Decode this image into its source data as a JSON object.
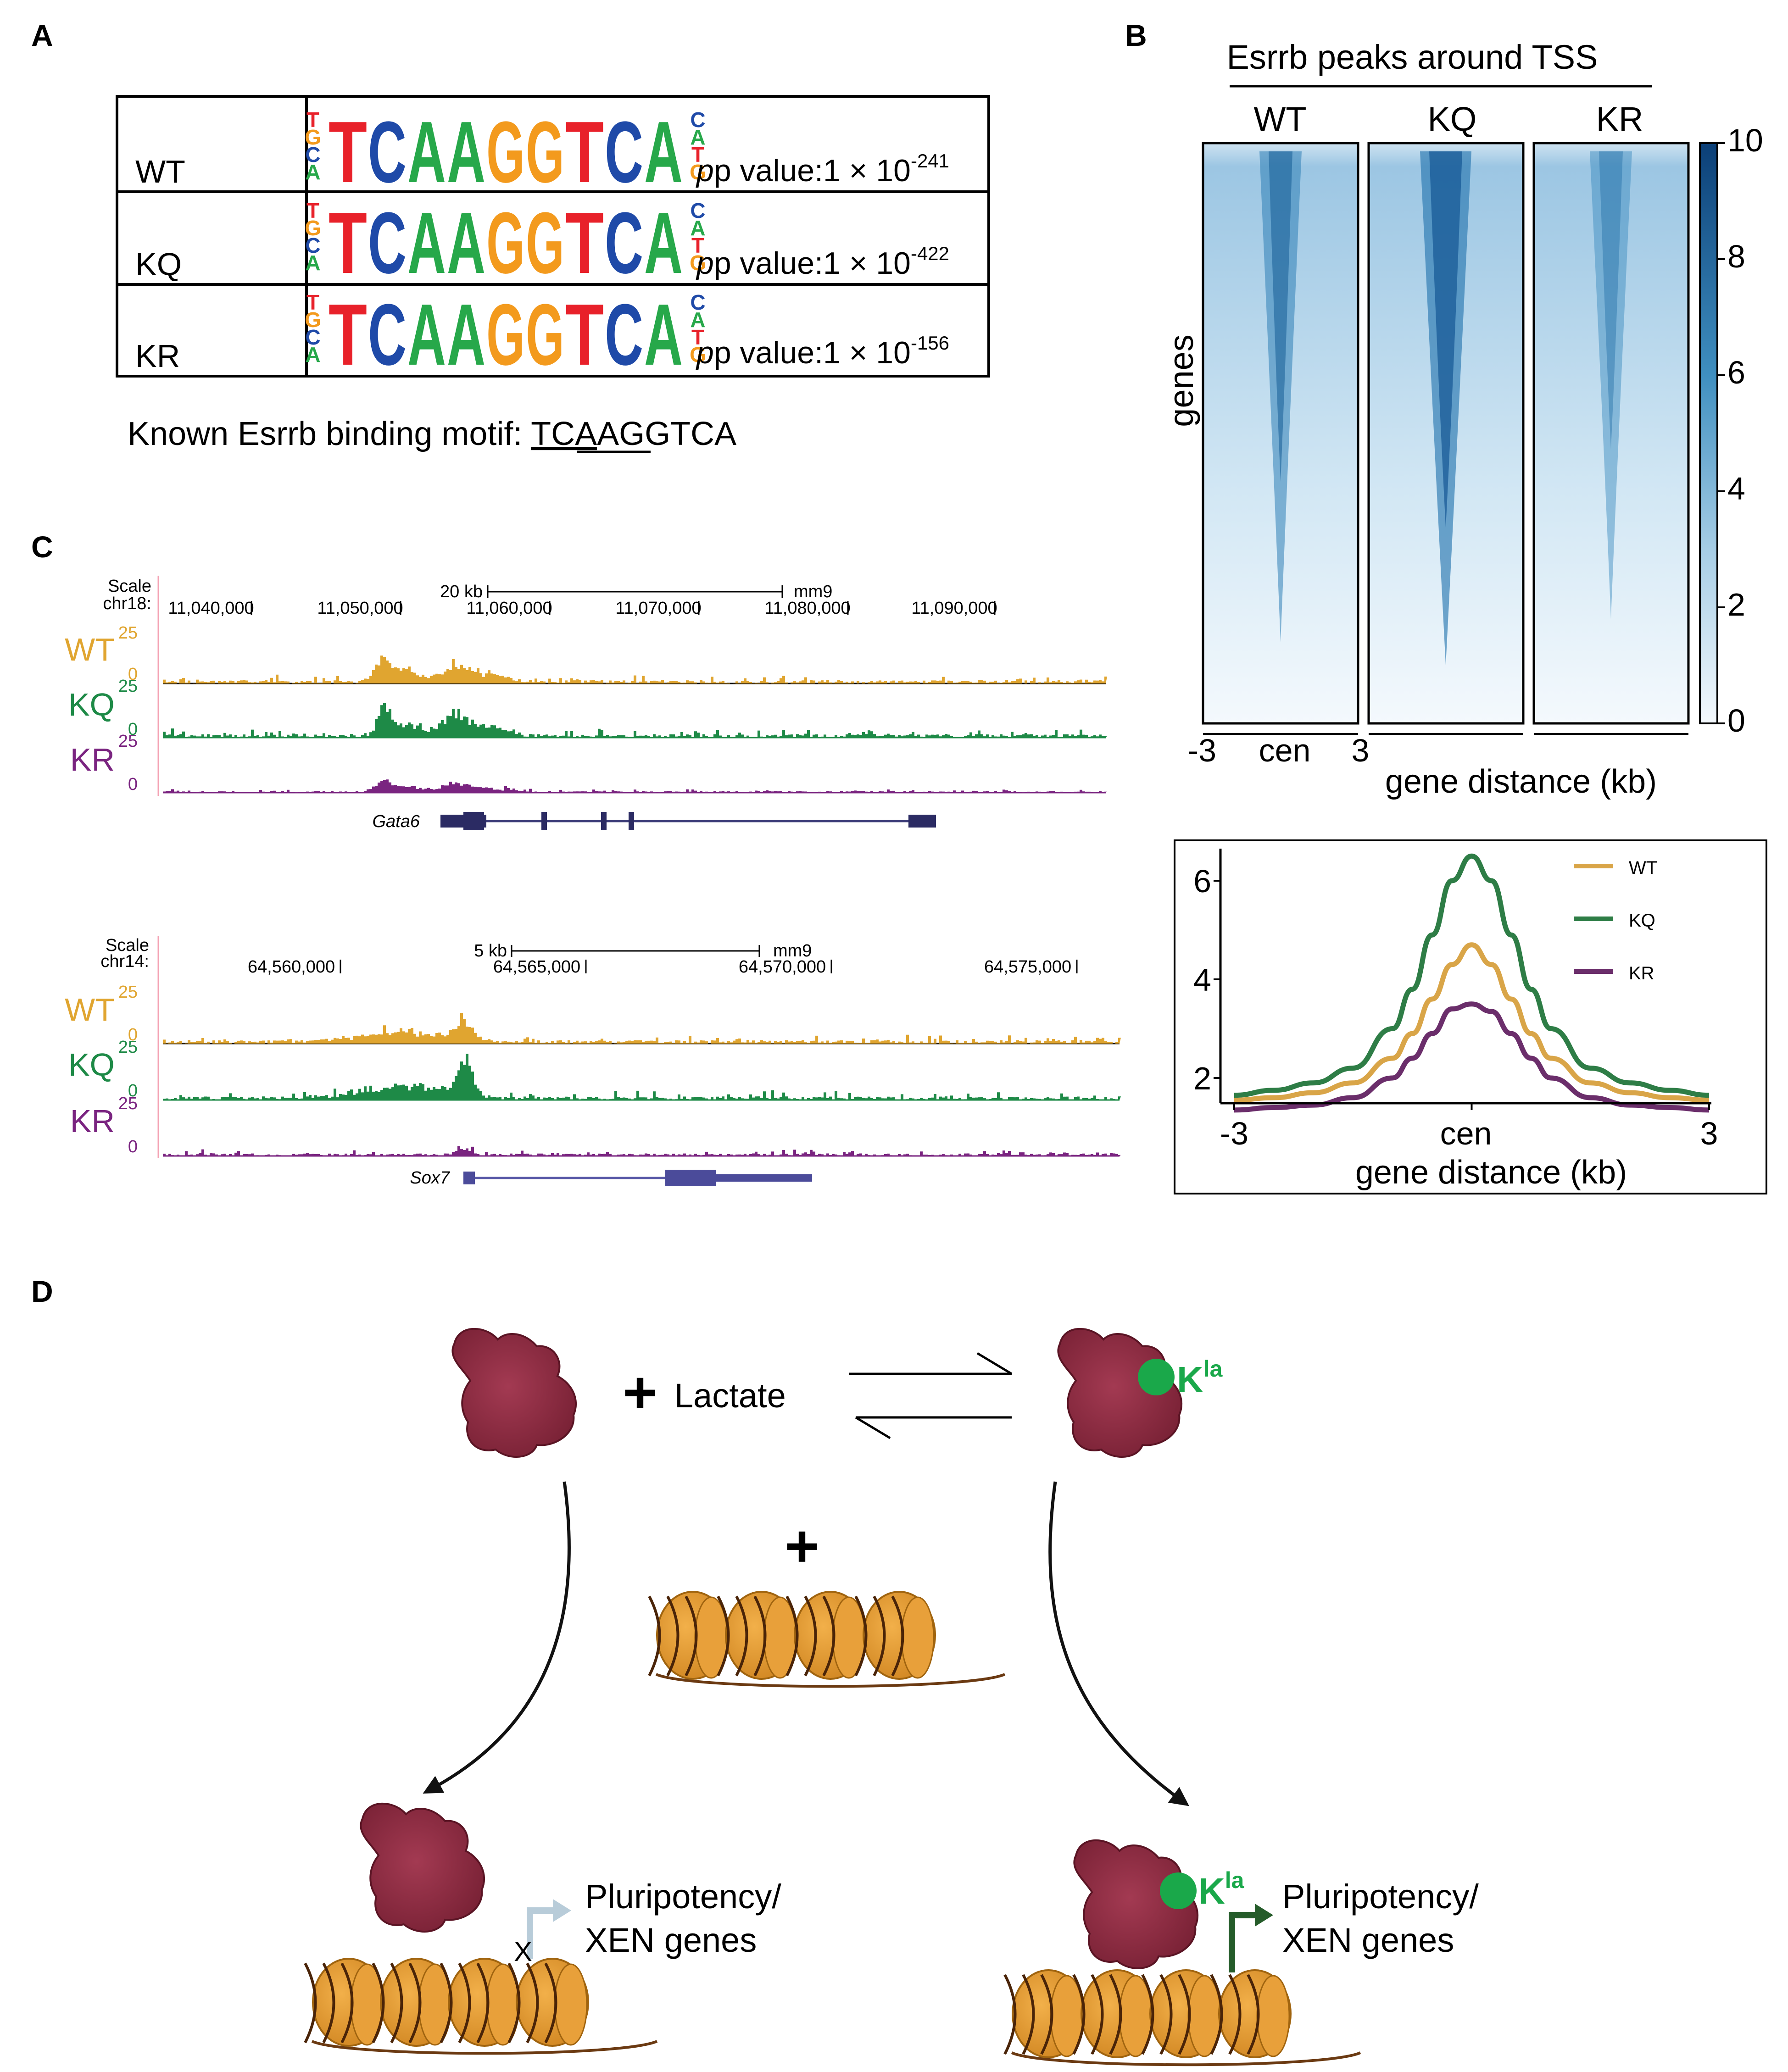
{
  "panels": {
    "a": "A",
    "b": "B",
    "c": "C",
    "d": "D"
  },
  "panel_a": {
    "rows": [
      {
        "name": "WT",
        "pvalue_prefix": "p value:1 × 10",
        "exponent": "-241"
      },
      {
        "name": "KQ",
        "pvalue_prefix": "p value:1 × 10",
        "exponent": "-422"
      },
      {
        "name": "KR",
        "pvalue_prefix": "p value:1 × 10",
        "exponent": "-156"
      }
    ],
    "motif_letters": [
      "T",
      "C",
      "A",
      "A",
      "G",
      "G",
      "T",
      "C",
      "A"
    ],
    "motif_colors": {
      "T": "#e8212a",
      "C": "#1f4aa8",
      "A": "#27a84a",
      "G": "#f39a1d"
    },
    "known_motif_label": "Known Esrrb binding motif: ",
    "known_motif_underlined": "TCA",
    "known_motif_rest": "AGGTCA"
  },
  "panel_b": {
    "title": "Esrrb peaks around TSS",
    "heatmap_columns": [
      "WT",
      "KQ",
      "KR"
    ],
    "y_label": "genes",
    "x_ticks": [
      "-3",
      "cen",
      "3"
    ],
    "x_label": "gene distance (kb)",
    "colorbar_ticks": [
      "10",
      "8",
      "6",
      "4",
      "2",
      "0"
    ],
    "heatmap_colors": {
      "high": "#0b4f8a",
      "mid": "#3f8fc0",
      "low": "#e8f3fa"
    },
    "profile": {
      "x_ticks": [
        "-3",
        "cen",
        "3"
      ],
      "y_ticks": [
        "6",
        "4",
        "2"
      ],
      "x_label": "gene distance (kb)",
      "legend": [
        "WT",
        "KQ",
        "KR"
      ]
    }
  },
  "chart_data": {
    "type": "line",
    "x": [
      -3,
      -2.5,
      -2,
      -1.5,
      -1,
      -0.75,
      -0.5,
      -0.25,
      0,
      0.25,
      0.5,
      0.75,
      1,
      1.5,
      2,
      2.5,
      3
    ],
    "series": [
      {
        "name": "WT",
        "color": "#d9a548",
        "values": [
          1.55,
          1.6,
          1.7,
          1.9,
          2.4,
          2.9,
          3.6,
          4.3,
          4.7,
          4.3,
          3.6,
          2.9,
          2.4,
          1.9,
          1.7,
          1.6,
          1.55
        ]
      },
      {
        "name": "KQ",
        "color": "#2e7d46",
        "values": [
          1.65,
          1.75,
          1.9,
          2.2,
          3.0,
          3.8,
          4.9,
          6.0,
          6.5,
          6.0,
          4.9,
          3.8,
          3.0,
          2.2,
          1.9,
          1.75,
          1.65
        ]
      },
      {
        "name": "KR",
        "color": "#6b2e6b",
        "values": [
          1.35,
          1.4,
          1.45,
          1.6,
          2.0,
          2.4,
          2.9,
          3.4,
          3.5,
          3.35,
          2.9,
          2.4,
          2.0,
          1.6,
          1.45,
          1.4,
          1.35
        ]
      }
    ],
    "xlabel": "gene distance (kb)",
    "xlim": [
      -3,
      3
    ],
    "ylim": [
      1.6,
      6.8
    ],
    "legend_position": "top-right"
  },
  "panel_c": {
    "tracks": [
      {
        "scale": "Scale",
        "chrom": "chr18:",
        "bar_label": "20 kb",
        "assembly": "mm9",
        "coords": [
          "11,040,000",
          "11,050,000",
          "11,060,000",
          "11,070,000",
          "11,080,000",
          "11,090,000"
        ],
        "gene": "Gata6"
      },
      {
        "scale": "Scale",
        "chrom": "chr14:",
        "bar_label": "5 kb",
        "assembly": "mm9",
        "coords": [
          "64,560,000",
          "64,565,000",
          "64,570,000",
          "64,575,000"
        ],
        "gene": "Sox7"
      }
    ],
    "samples": [
      {
        "name": "WT",
        "max": "25",
        "min": "0",
        "color": "#e0a530"
      },
      {
        "name": "KQ",
        "max": "25",
        "min": "0",
        "color": "#1e8a47"
      },
      {
        "name": "KR",
        "max": "25",
        "min": "0",
        "color": "#7a2480"
      }
    ]
  },
  "panel_d": {
    "plus_lactate": "Lactate",
    "kla_base": "K",
    "kla_sup": "la",
    "gene_line1": "Pluripotency/",
    "gene_line2": "XEN genes",
    "blocked_mark": "X",
    "colors": {
      "protein": "#8c2a3e",
      "nucleosome": "#e0972c",
      "kla": "#1aa84a"
    }
  }
}
